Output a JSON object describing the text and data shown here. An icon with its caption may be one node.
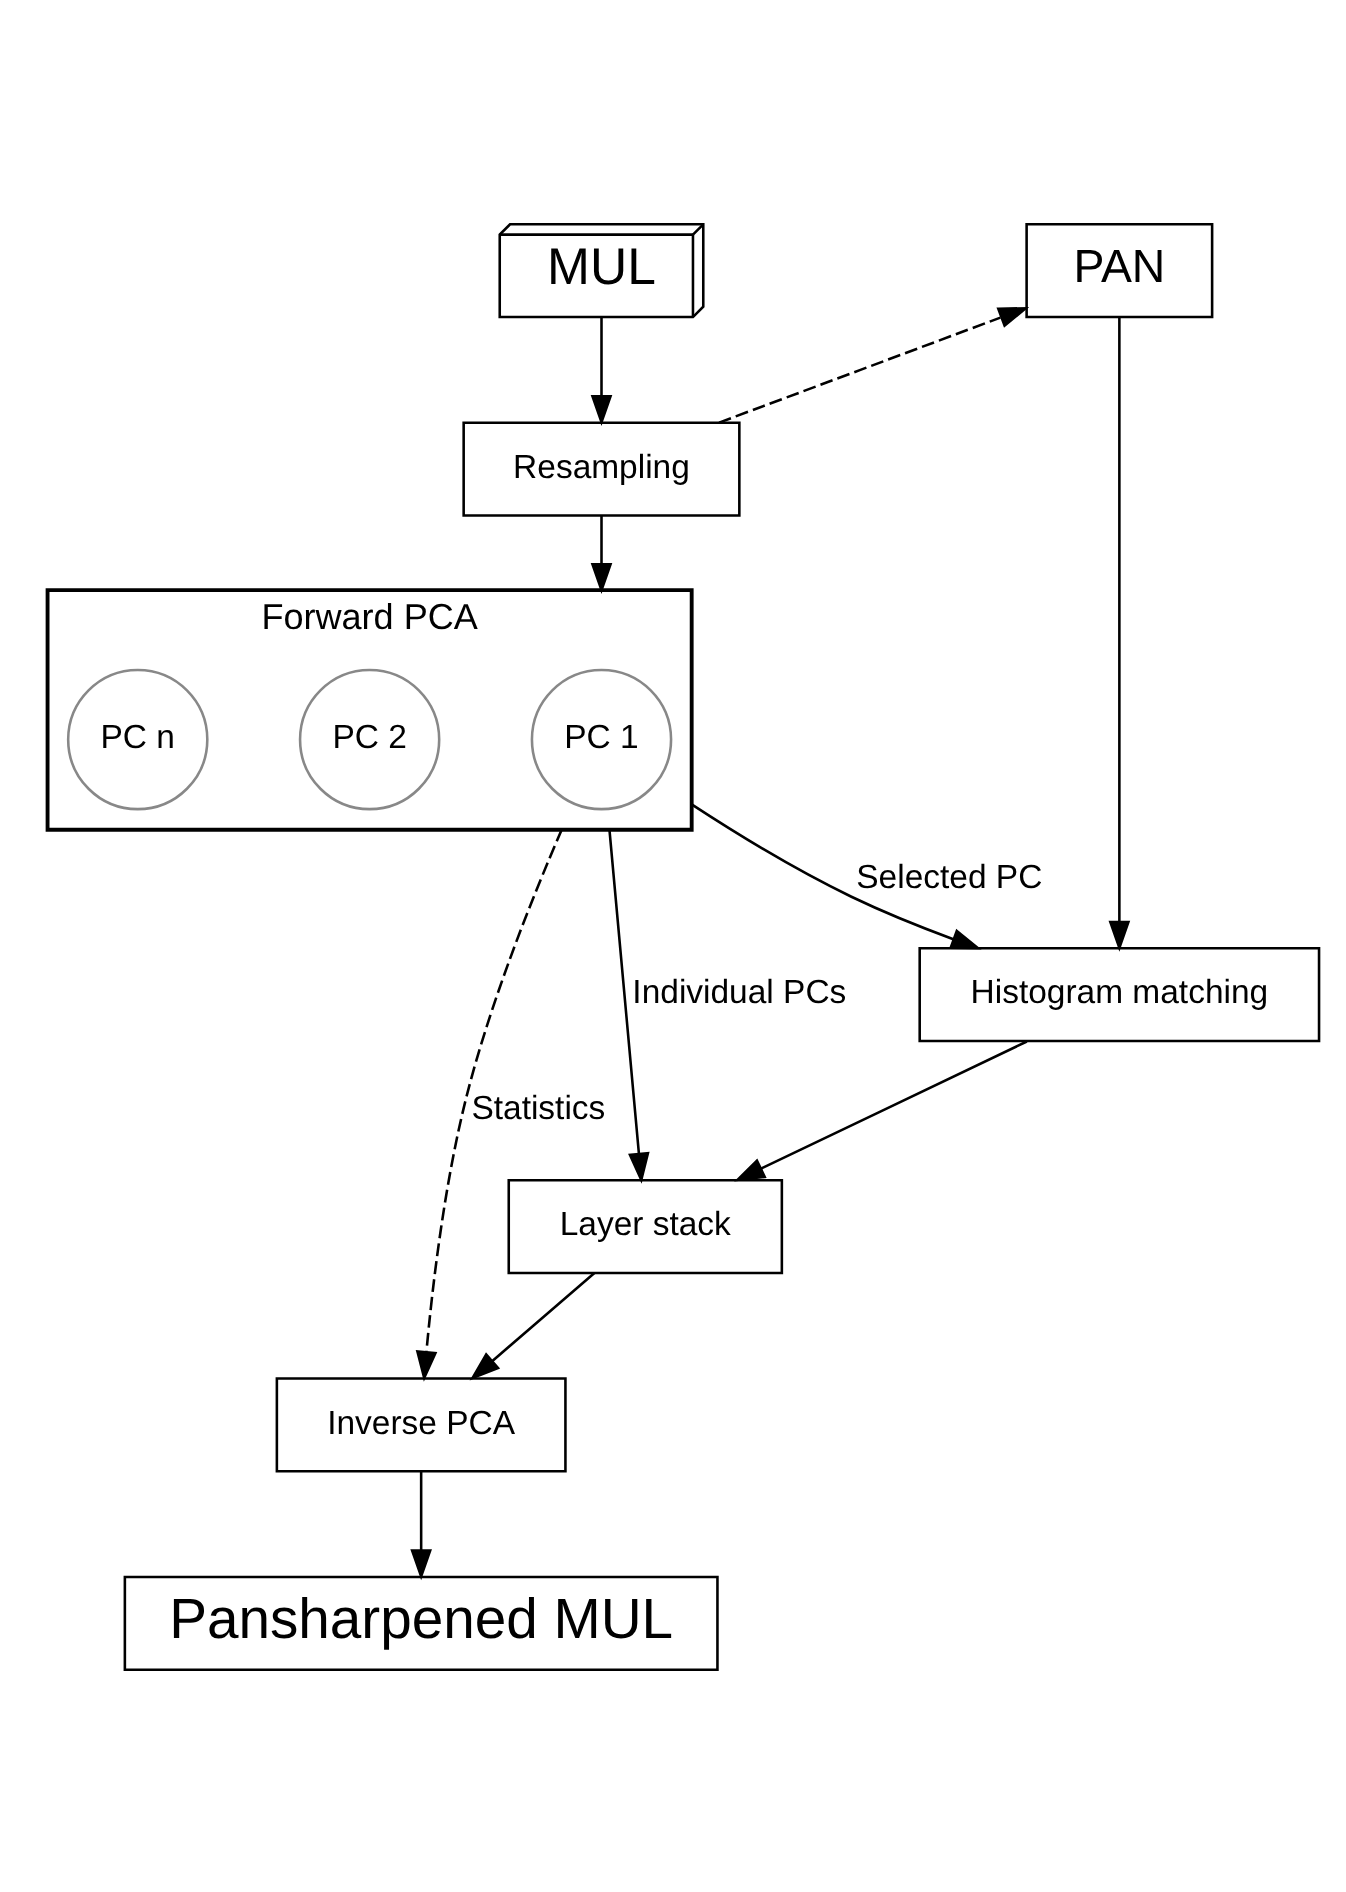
{
  "diagram": {
    "nodes": [
      {
        "text": [
          "MUL"
        ]
      },
      {
        "text": [
          "PAN"
        ]
      },
      {
        "text": [
          "Resampling"
        ]
      },
      {
        "text": [
          "Forward PCA"
        ]
      },
      {
        "text": [
          "PC 1"
        ],
        "in": 3
      },
      {
        "text": [
          "PC 2"
        ],
        "in": 3
      },
      {
        "text": [
          "PC n"
        ],
        "in": 3
      },
      {
        "text": [
          "Histogram matching"
        ]
      },
      {
        "text": [
          "Layer stack"
        ]
      },
      {
        "text": [
          "Inverse PCA"
        ]
      },
      {
        "text": [
          "Pansharpened MUL"
        ]
      }
    ],
    "edges": [
      {
        "from": 0,
        "to": 2,
        "arrow": "to"
      },
      {
        "from": 2,
        "to": 1,
        "arrow": "to",
        "style": "dashed"
      },
      {
        "from": 2,
        "to": 3,
        "arrow": "to"
      },
      {
        "from": 3,
        "to": 7,
        "arrow": "to",
        "label": "Selected PC"
      },
      {
        "from": 1,
        "to": 7,
        "arrow": "to"
      },
      {
        "from": 3,
        "to": 8,
        "arrow": "to",
        "label": "Individual PCs"
      },
      {
        "from": 7,
        "to": 8,
        "arrow": "to"
      },
      {
        "from": 3,
        "to": 9,
        "arrow": "to",
        "label": "Statistics",
        "style": "dashed"
      },
      {
        "from": 8,
        "to": 9,
        "arrow": "to"
      },
      {
        "from": 9,
        "to": 10,
        "arrow": "to"
      }
    ]
  }
}
